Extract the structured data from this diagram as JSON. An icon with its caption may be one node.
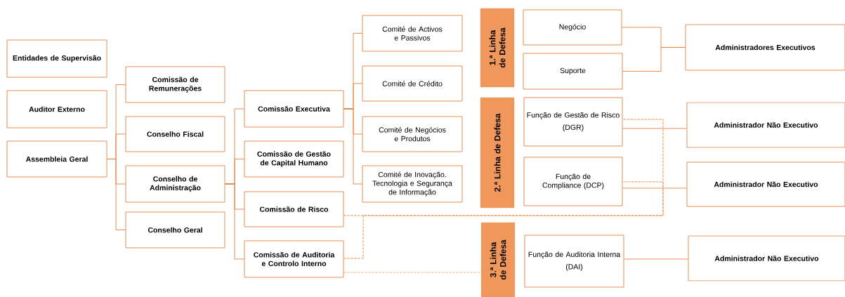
{
  "diagram": {
    "nodes": [
      {
        "text": [
          "Entidades de Supervisão"
        ]
      },
      {
        "text": [
          "Auditor Externo"
        ]
      },
      {
        "text": [
          "Assembleia Geral"
        ]
      },
      {
        "text": [
          "Comissão de Remunerações"
        ]
      },
      {
        "text": [
          "Conselho Fiscal"
        ]
      },
      {
        "text": [
          "Conselho de Administração"
        ]
      },
      {
        "text": [
          "Conselho Geral"
        ]
      },
      {
        "text": [
          "Comissão Executiva"
        ]
      },
      {
        "text": [
          "Comissão de Gestão de Capital Humano"
        ]
      },
      {
        "text": [
          "Comissão de Risco"
        ]
      },
      {
        "text": [
          "Comissão de Auditoria e Controlo Interno"
        ]
      },
      {
        "text": [
          "Comité de Activos e Passivos"
        ]
      },
      {
        "text": [
          "Comité de Crédito"
        ]
      },
      {
        "text": [
          "Comité de Negócios e Produtos"
        ]
      },
      {
        "text": [
          "Comité de Inovação. Tecnologia e Segurança de Informação"
        ]
      },
      {
        "text": [
          "1.ª Linha de Defesa"
        ]
      },
      {
        "text": [
          "2.ª Linha de Defesa"
        ]
      },
      {
        "text": [
          "3.ª Linha de Defesa"
        ]
      },
      {
        "text": [
          "Negócio"
        ]
      },
      {
        "text": [
          "Suporte"
        ]
      },
      {
        "text": [
          "Função de Gestão de Risco",
          "(DGR)"
        ]
      },
      {
        "text": [
          "Função de Compliance (DCP)"
        ]
      },
      {
        "text": [
          "Função de Auditoria Interna",
          "(DAI)"
        ]
      },
      {
        "text": [
          "Administradores Executivos"
        ]
      },
      {
        "text": [
          "Administrador Não Executivo"
        ]
      },
      {
        "text": [
          "Administrador Não Executivo"
        ]
      },
      {
        "text": [
          "Administrador Não Executivo"
        ]
      }
    ],
    "edges": [
      {
        "from": 2,
        "to": 3,
        "arrow": "none"
      },
      {
        "from": 2,
        "to": 4,
        "arrow": "none"
      },
      {
        "from": 2,
        "to": 5,
        "arrow": "none"
      },
      {
        "from": 2,
        "to": 6,
        "arrow": "none"
      },
      {
        "from": 5,
        "to": 7,
        "arrow": "none"
      },
      {
        "from": 5,
        "to": 8,
        "arrow": "none"
      },
      {
        "from": 5,
        "to": 9,
        "arrow": "none"
      },
      {
        "from": 5,
        "to": 10,
        "arrow": "none"
      },
      {
        "from": 7,
        "to": 11,
        "arrow": "none"
      },
      {
        "from": 7,
        "to": 12,
        "arrow": "none"
      },
      {
        "from": 7,
        "to": 13,
        "arrow": "none"
      },
      {
        "from": 7,
        "to": 14,
        "arrow": "none"
      },
      {
        "from": 18,
        "to": 23,
        "arrow": "none"
      },
      {
        "from": 19,
        "to": 23,
        "arrow": "none"
      },
      {
        "from": 20,
        "to": 24,
        "arrow": "none"
      },
      {
        "from": 21,
        "to": 25,
        "arrow": "none"
      },
      {
        "from": 22,
        "to": 26,
        "arrow": "none"
      },
      {
        "from": 9,
        "to": 20,
        "arrow": "none",
        "style": "dashed",
        "color": "#f4a66e"
      },
      {
        "from": 9,
        "to": 21,
        "arrow": "none",
        "style": "dashed",
        "color": "#f4a66e"
      },
      {
        "from": 10,
        "to": 20,
        "arrow": "none",
        "style": "dashed",
        "color": "#f4a66e"
      },
      {
        "from": 10,
        "to": 21,
        "arrow": "none",
        "style": "dashed",
        "color": "#f4a66e"
      },
      {
        "from": 10,
        "to": 17,
        "arrow": "none",
        "style": "dashed",
        "color": "#f4a66e"
      }
    ]
  }
}
